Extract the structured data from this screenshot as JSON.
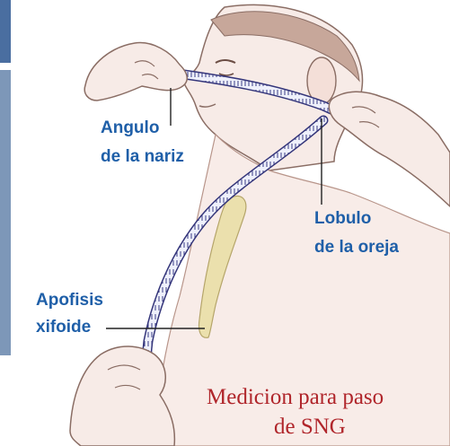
{
  "labels": {
    "nose_angle_line1": "Angulo",
    "nose_angle_line2": "de la nariz",
    "earlobe_line1": "Lobulo",
    "earlobe_line2": "de la oreja",
    "xiphoid_line1": "Apofisis",
    "xiphoid_line2": "xifoide"
  },
  "caption": {
    "line1": "Medicion para paso",
    "line2": "de SNG"
  },
  "colors": {
    "label_blue": "#1f5fa8",
    "caption_red": "#b0262b",
    "skin": "#f6e7e2",
    "tape": "#5a5ca8",
    "sternum": "#e9dcaa"
  }
}
